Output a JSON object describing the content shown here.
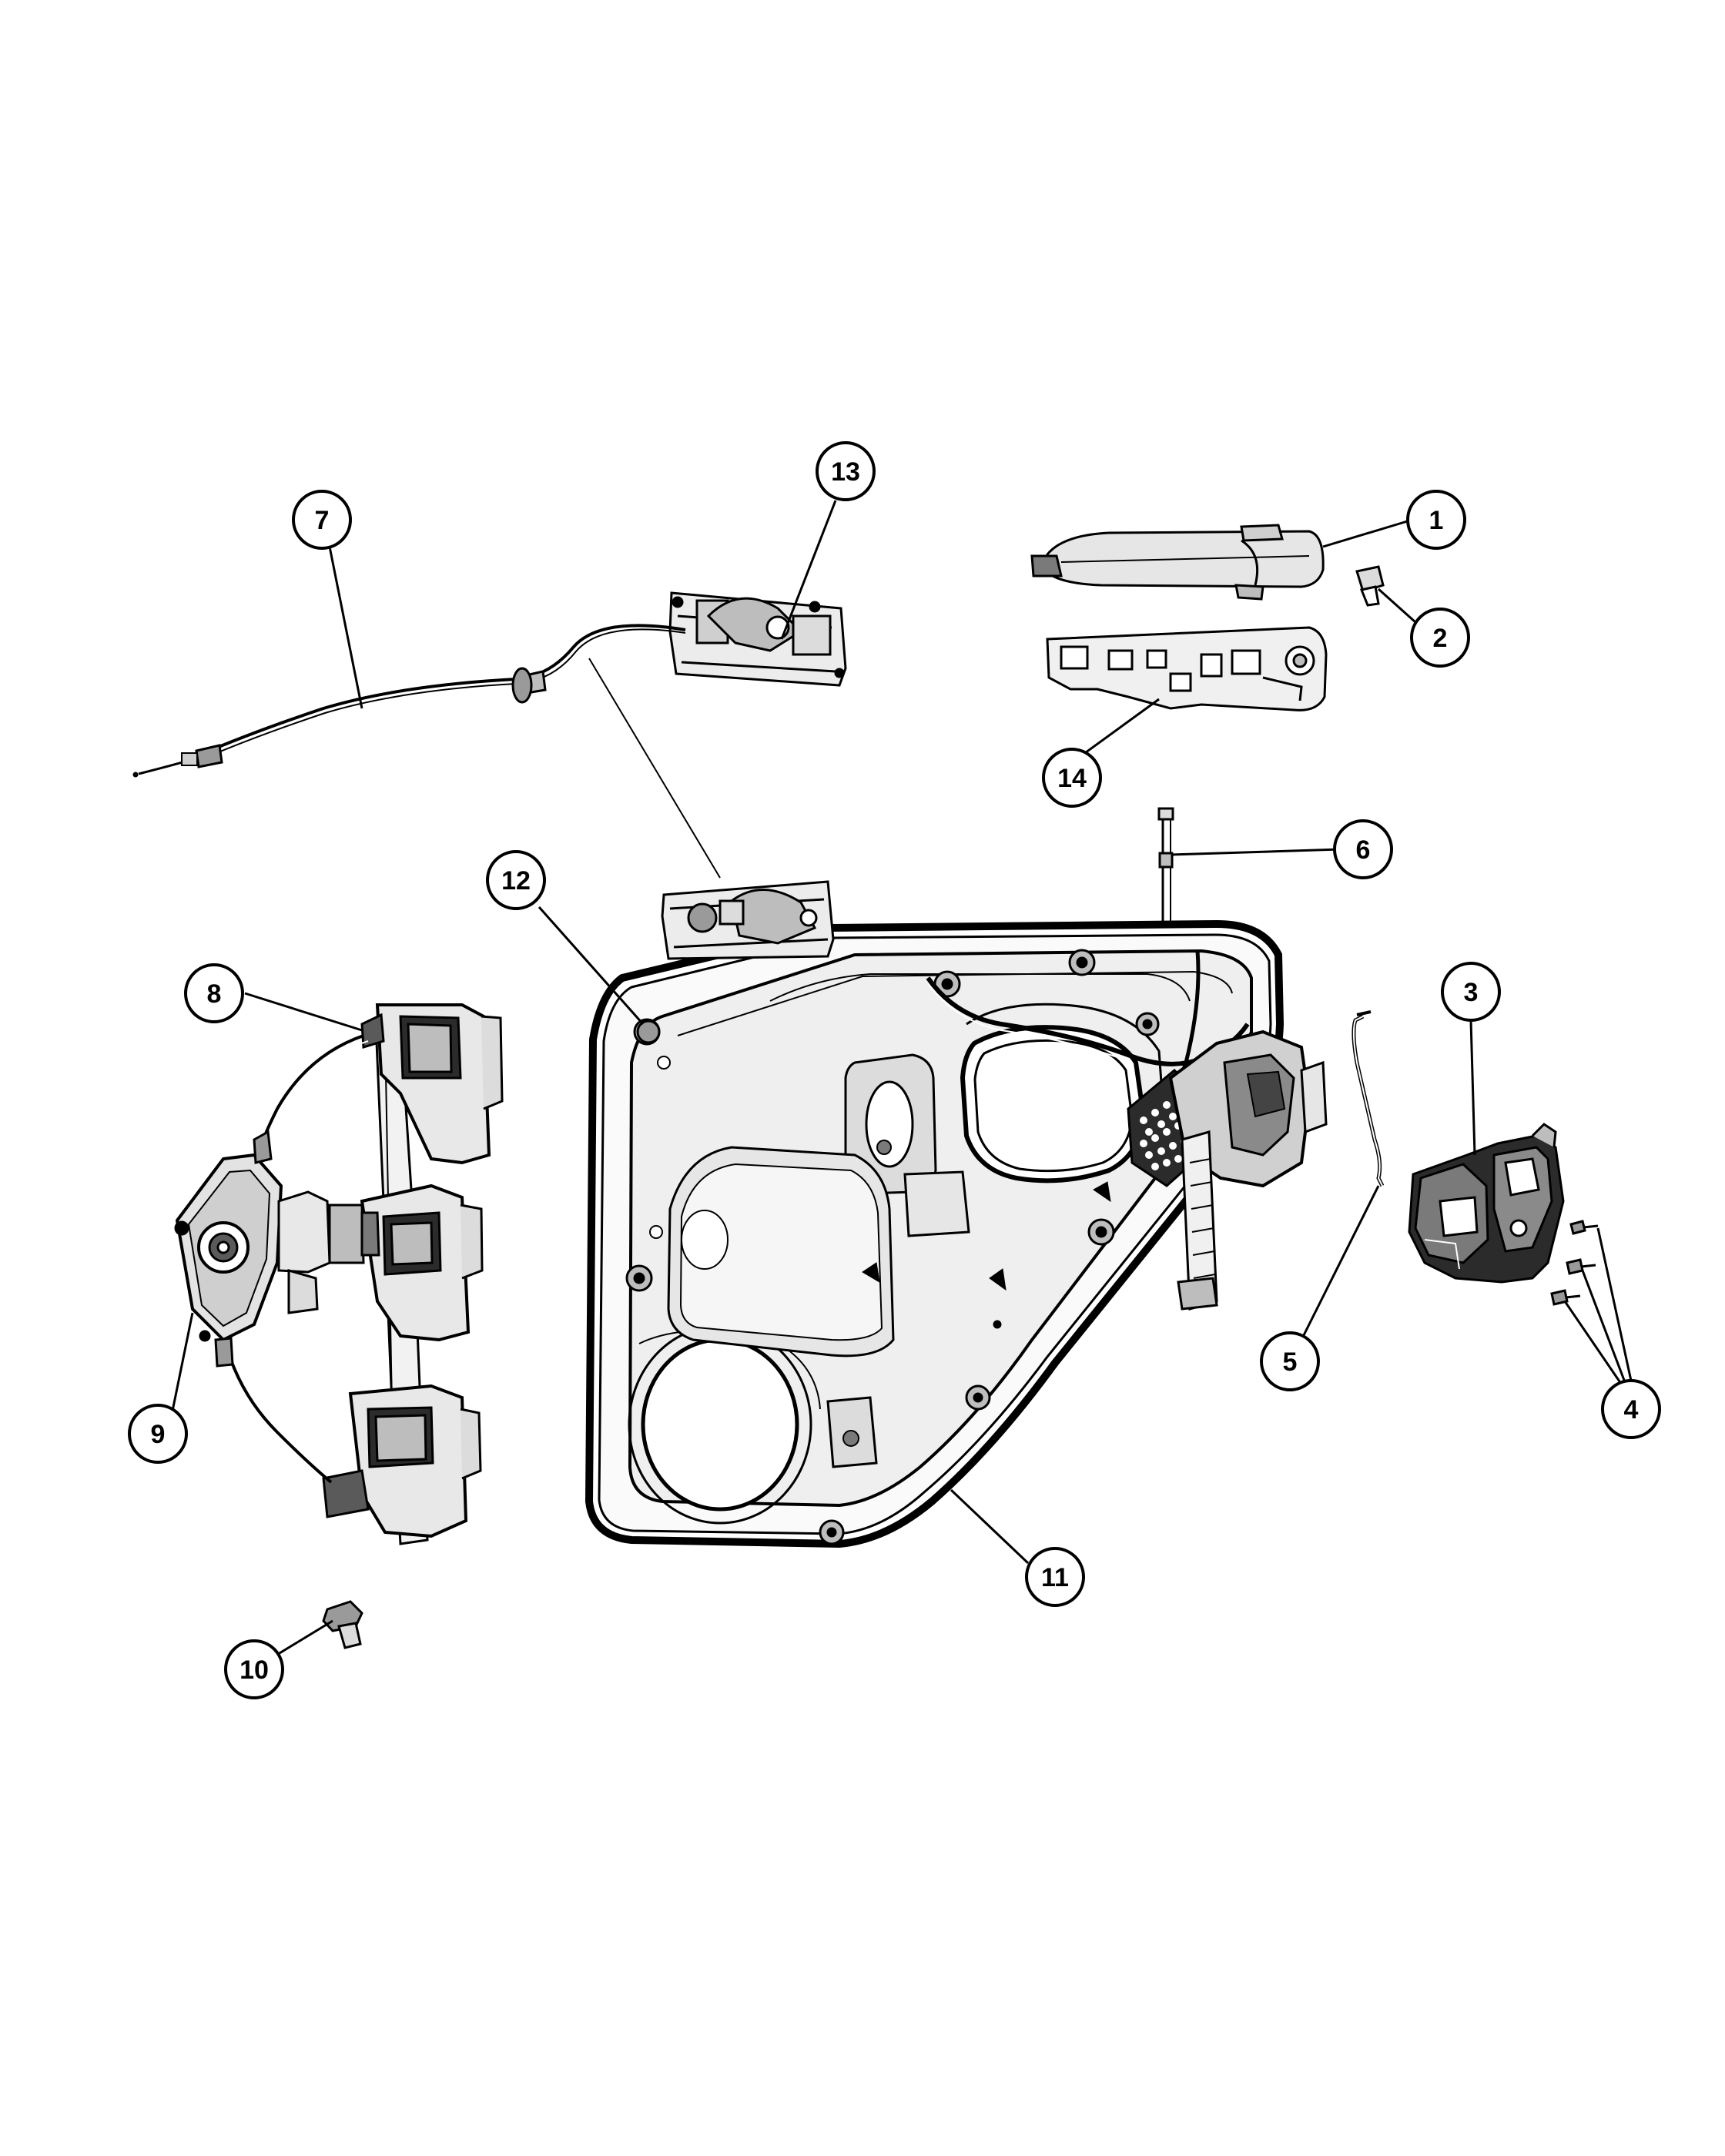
{
  "colors": {
    "line": "#000000",
    "background": "#ffffff",
    "shade_light": "#e3e3e3",
    "shade_mid": "#b5b5b5",
    "shade_dark": "#5a5a5a"
  },
  "callouts": [
    {
      "id": "1",
      "label": "1",
      "part": "outside-door-handle"
    },
    {
      "id": "2",
      "label": "2",
      "part": "handle-bolt"
    },
    {
      "id": "3",
      "label": "3",
      "part": "door-latch"
    },
    {
      "id": "4",
      "label": "4",
      "part": "latch-screws"
    },
    {
      "id": "5",
      "label": "5",
      "part": "lock-rod"
    },
    {
      "id": "6",
      "label": "6",
      "part": "lock-knob-rod"
    },
    {
      "id": "7",
      "label": "7",
      "part": "latch-cable"
    },
    {
      "id": "8",
      "label": "8",
      "part": "window-regulator"
    },
    {
      "id": "9",
      "label": "9",
      "part": "regulator-motor"
    },
    {
      "id": "10",
      "label": "10",
      "part": "module-bolt"
    },
    {
      "id": "11",
      "label": "11",
      "part": "door-module-panel"
    },
    {
      "id": "12",
      "label": "12",
      "part": "panel-nut"
    },
    {
      "id": "13",
      "label": "13",
      "part": "inside-door-handle"
    },
    {
      "id": "14",
      "label": "14",
      "part": "handle-bracket"
    }
  ]
}
